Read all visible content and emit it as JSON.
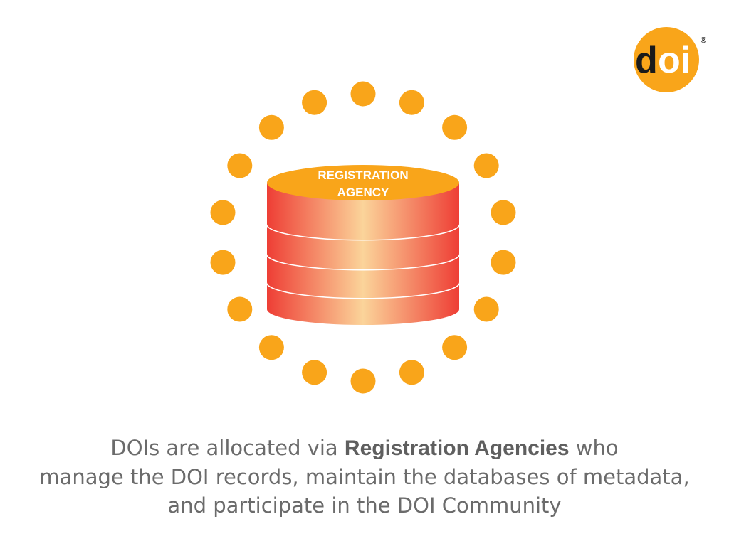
{
  "logo": {
    "text_d": "d",
    "text_oi": "oi",
    "registered_mark": "®",
    "colors": {
      "circle": "#f9a51a",
      "d": "#1a1a1a",
      "oi": "#ffffff"
    }
  },
  "diagram": {
    "center_label_line1": "REGISTRATION",
    "center_label_line2": "AGENCY",
    "surrounding_dot_count": 18,
    "cylinder_disk_count": 4,
    "colors": {
      "dots": "#f9a51a",
      "cylinder_top": "#f9a51a",
      "cylinder_side_edge": "#ee3e35",
      "cylinder_side_center": "#fbd49a",
      "disk_separator": "#ffffff"
    }
  },
  "caption": {
    "line1_before": "DOIs are allocated via ",
    "line1_emphasis": "Registration Agencies",
    "line1_after": " who",
    "line2": "manage the DOI records, maintain the databases of metadata,",
    "line3": "and participate in the DOI Community"
  }
}
